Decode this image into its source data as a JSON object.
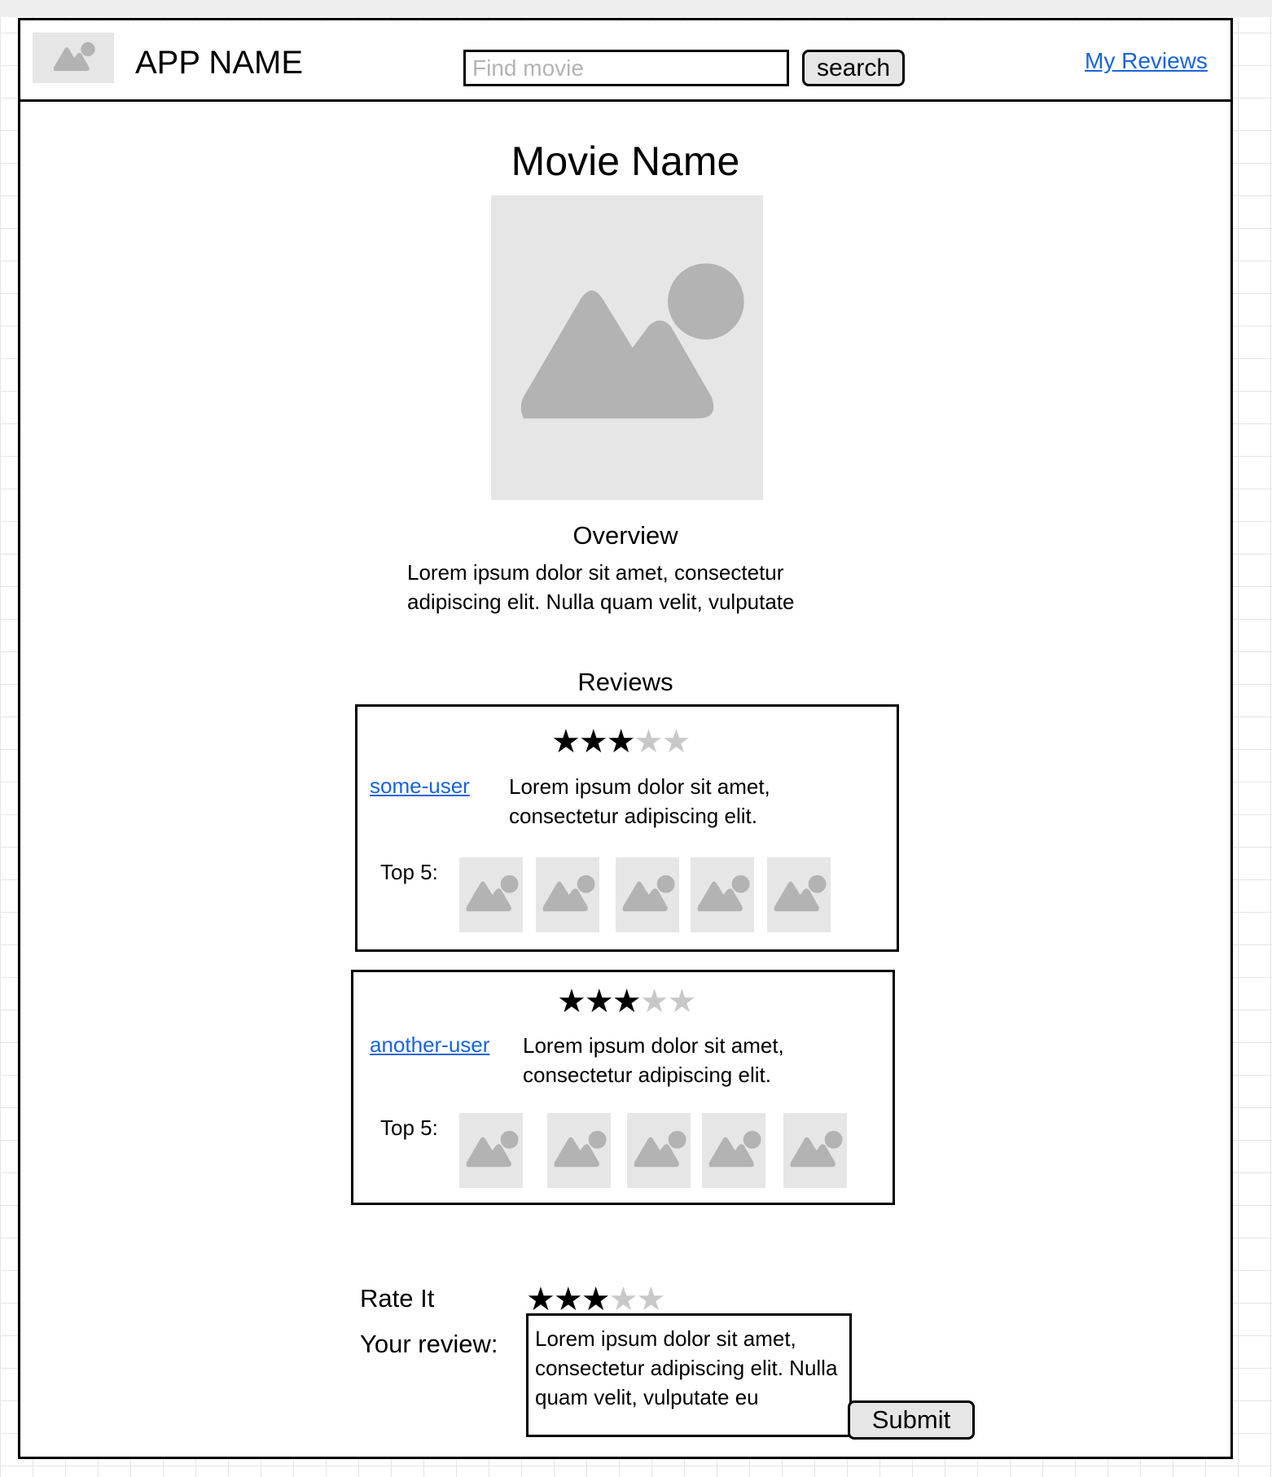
{
  "header": {
    "app_name": "APP NAME",
    "search_placeholder": "Find movie",
    "search_value": "",
    "search_button": "search",
    "my_reviews_link": "My Reviews"
  },
  "movie": {
    "title": "Movie Name",
    "overview_heading": "Overview",
    "overview_text": "Lorem ipsum dolor sit amet, consectetur adipiscing elit. Nulla quam velit, vulputate"
  },
  "reviews": {
    "heading": "Reviews",
    "items": [
      {
        "user": "some-user",
        "rating": 3,
        "max_rating": 5,
        "text": "Lorem ipsum dolor sit amet,\nconsectetur adipiscing elit.",
        "top5_label": "Top 5:"
      },
      {
        "user": "another-user",
        "rating": 3,
        "max_rating": 5,
        "text": "Lorem ipsum dolor sit amet,\nconsectetur adipiscing elit.",
        "top5_label": "Top 5:"
      }
    ]
  },
  "rate": {
    "label": "Rate It",
    "rating": 3,
    "max_rating": 5,
    "review_label": "Your review:",
    "review_text": "Lorem ipsum dolor sit amet, consectetur adipiscing elit. Nulla quam velit, vulputate eu",
    "submit_label": "Submit"
  },
  "icons": {
    "placeholder_image": "image-placeholder-icon",
    "star_filled": "star-filled-icon",
    "star_empty": "star-empty-icon"
  },
  "colors": {
    "link": "#1a64dc",
    "placeholder_bg": "#e6e6e6",
    "placeholder_fg": "#b3b3b3",
    "star_empty": "#c8c8c8",
    "button_bg": "#e6e6e6"
  }
}
